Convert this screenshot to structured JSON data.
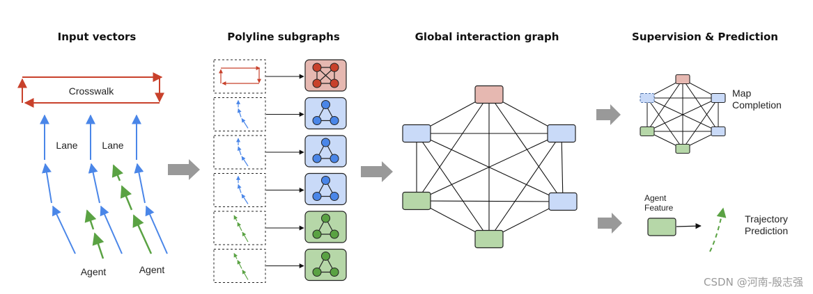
{
  "headings": {
    "input": "Input vectors",
    "subgraphs": "Polyline subgraphs",
    "global": "Global interaction graph",
    "supervision": "Supervision & Prediction"
  },
  "labels": {
    "crosswalk": "Crosswalk",
    "lane_left": "Lane",
    "lane_right": "Lane",
    "agent_left": "Agent",
    "agent_right": "Agent",
    "map_completion_1": "Map",
    "map_completion_2": "Completion",
    "agent_feature_1": "Agent",
    "agent_feature_2": "Feature",
    "trajectory_1": "Trajectory",
    "trajectory_2": "Prediction"
  },
  "watermark": "CSDN @河南-殷志强",
  "colors": {
    "crosswalk": "#c8412b",
    "lane": "#4a86e8",
    "agent": "#5aa243",
    "node_red_fill": "#e6b8b1",
    "node_blue_fill": "#c9daf8",
    "node_green_fill": "#b6d7a8",
    "arrow_gray": "#999999"
  },
  "subgraph_types": [
    "crosswalk",
    "lane",
    "lane",
    "lane",
    "agent",
    "agent"
  ],
  "global_nodes": [
    "crosswalk",
    "lane",
    "lane",
    "agent",
    "agent",
    "lane"
  ],
  "supervision_nodes": [
    "crosswalk",
    "lane",
    "lane",
    "agent",
    "agent",
    "lane-masked"
  ]
}
